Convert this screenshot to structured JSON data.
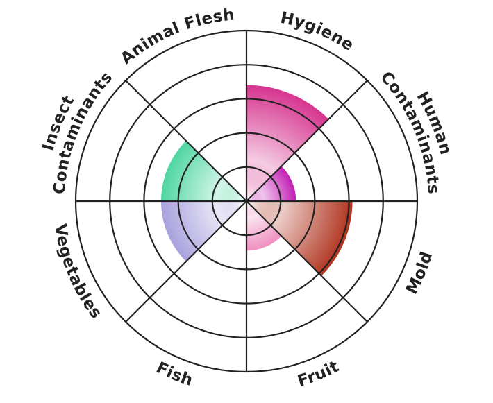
{
  "chart_data": {
    "type": "polar-area",
    "title": "",
    "categories": [
      {
        "label": [
          "Hygiene"
        ],
        "value": 3.4,
        "color": "#d6358f"
      },
      {
        "label": [
          "Human",
          "Contaminants"
        ],
        "value": 1.45,
        "color": "#c21fb4"
      },
      {
        "label": [
          "Mold"
        ],
        "value": 3.1,
        "color": "#b0341f"
      },
      {
        "label": [
          "Fruit"
        ],
        "value": 1.45,
        "color": "#ef8fc0"
      },
      {
        "label": [
          "Fish"
        ],
        "value": 0,
        "color": "#cccccc"
      },
      {
        "label": [
          "Vegetables"
        ],
        "value": 2.5,
        "color": "#a9a2dd"
      },
      {
        "label": [
          "Insect",
          "Contaminants"
        ],
        "value": 2.5,
        "color": "#4fd6a2"
      },
      {
        "label": [
          "Animal Flesh"
        ],
        "value": 0,
        "color": "#cccccc"
      }
    ],
    "rlim": [
      0,
      5
    ],
    "ring_count": 5,
    "grid": true,
    "legend": "none"
  }
}
